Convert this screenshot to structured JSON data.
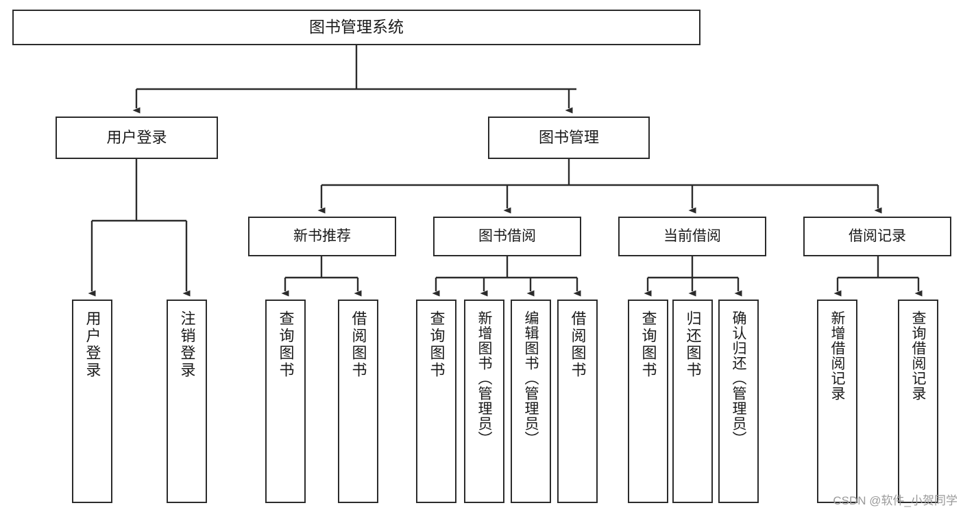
{
  "diagram": {
    "type": "tree-hierarchy",
    "title": "图书管理系统",
    "watermark": "CSDN @软件_小贺同学",
    "colors": {
      "stroke": "#2b2b2b",
      "fill": "#ffffff",
      "text": "#1a1a1a",
      "watermark": "#9a9a9a"
    },
    "nodes": {
      "root": {
        "label": "图书管理系统"
      },
      "level2": [
        {
          "label": "用户登录"
        },
        {
          "label": "图书管理"
        }
      ],
      "level3": [
        {
          "label": "新书推荐"
        },
        {
          "label": "图书借阅"
        },
        {
          "label": "当前借阅"
        },
        {
          "label": "借阅记录"
        }
      ],
      "leaves": {
        "user_login": [
          {
            "label": "用户登录"
          },
          {
            "label": "注销登录"
          }
        ],
        "new_book_recommend": [
          {
            "label": "查询图书"
          },
          {
            "label": "借阅图书"
          }
        ],
        "book_borrow": [
          {
            "label": "查询图书"
          },
          {
            "label": "新增图书（管理员）"
          },
          {
            "label": "编辑图书（管理员）"
          },
          {
            "label": "借阅图书"
          }
        ],
        "current_borrow": [
          {
            "label": "查询图书"
          },
          {
            "label": "归还图书"
          },
          {
            "label": "确认归还（管理员）"
          }
        ],
        "borrow_record": [
          {
            "label": "新增借阅记录"
          },
          {
            "label": "查询借阅记录"
          }
        ]
      }
    }
  }
}
